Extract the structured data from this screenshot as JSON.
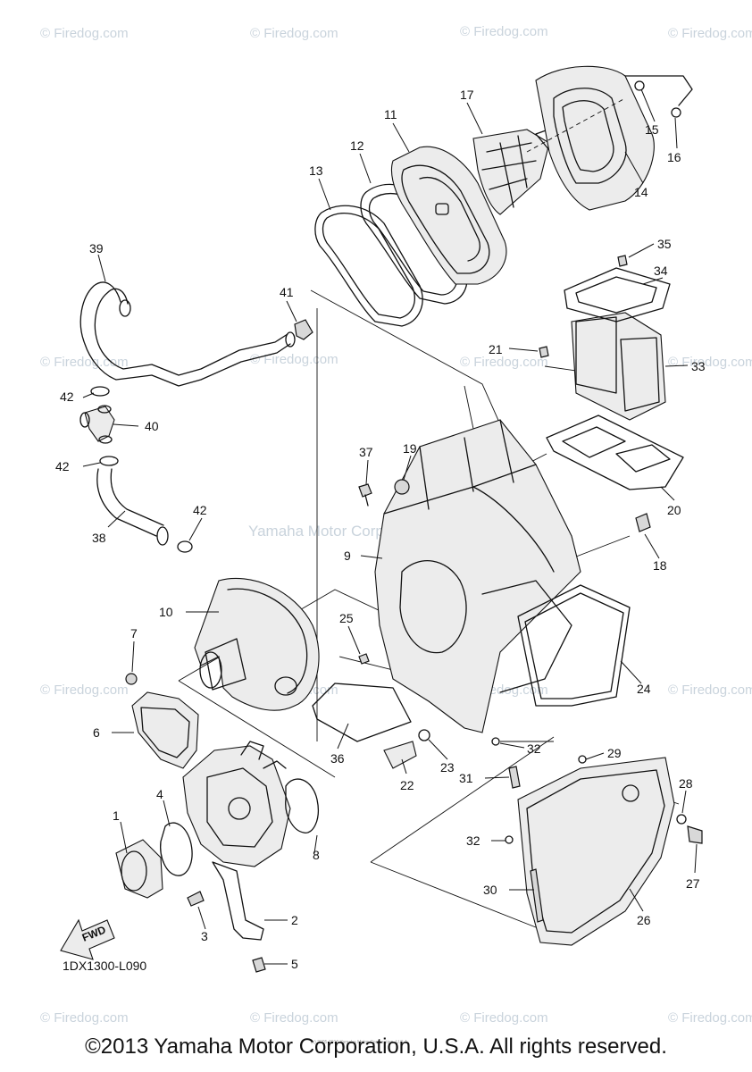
{
  "diagram": {
    "code": "1DX1300-L090",
    "fwd_label": "FWD",
    "center_watermark": "Yamaha Motor Corp, U.S.A.",
    "fine_print": "(c) 2005-2016 Yamaha Motor Corporation, U.S.A."
  },
  "watermark": {
    "text": "© Firedog.com"
  },
  "callouts": [
    {
      "id": "p1",
      "label": "1"
    },
    {
      "id": "p2",
      "label": "2"
    },
    {
      "id": "p3",
      "label": "3"
    },
    {
      "id": "p4",
      "label": "4"
    },
    {
      "id": "p5",
      "label": "5"
    },
    {
      "id": "p6",
      "label": "6"
    },
    {
      "id": "p7",
      "label": "7"
    },
    {
      "id": "p8",
      "label": "8"
    },
    {
      "id": "p9",
      "label": "9"
    },
    {
      "id": "p10",
      "label": "10"
    },
    {
      "id": "p11",
      "label": "11"
    },
    {
      "id": "p12",
      "label": "12"
    },
    {
      "id": "p13",
      "label": "13"
    },
    {
      "id": "p14",
      "label": "14"
    },
    {
      "id": "p15",
      "label": "15"
    },
    {
      "id": "p16",
      "label": "16"
    },
    {
      "id": "p17",
      "label": "17"
    },
    {
      "id": "p18",
      "label": "18"
    },
    {
      "id": "p19",
      "label": "19"
    },
    {
      "id": "p20",
      "label": "20"
    },
    {
      "id": "p21",
      "label": "21"
    },
    {
      "id": "p22",
      "label": "22"
    },
    {
      "id": "p23",
      "label": "23"
    },
    {
      "id": "p24",
      "label": "24"
    },
    {
      "id": "p25",
      "label": "25"
    },
    {
      "id": "p26",
      "label": "26"
    },
    {
      "id": "p27",
      "label": "27"
    },
    {
      "id": "p28",
      "label": "28"
    },
    {
      "id": "p29",
      "label": "29"
    },
    {
      "id": "p30",
      "label": "30"
    },
    {
      "id": "p31",
      "label": "31"
    },
    {
      "id": "p32a",
      "label": "32"
    },
    {
      "id": "p32b",
      "label": "32"
    },
    {
      "id": "p33",
      "label": "33"
    },
    {
      "id": "p34",
      "label": "34"
    },
    {
      "id": "p35",
      "label": "35"
    },
    {
      "id": "p36",
      "label": "36"
    },
    {
      "id": "p37",
      "label": "37"
    },
    {
      "id": "p38",
      "label": "38"
    },
    {
      "id": "p39",
      "label": "39"
    },
    {
      "id": "p40",
      "label": "40"
    },
    {
      "id": "p41",
      "label": "41"
    },
    {
      "id": "p42a",
      "label": "42"
    },
    {
      "id": "p42b",
      "label": "42"
    },
    {
      "id": "p42c",
      "label": "42"
    }
  ],
  "footer": {
    "copyright": "©2013 Yamaha Motor Corporation, U.S.A. All rights reserved."
  }
}
